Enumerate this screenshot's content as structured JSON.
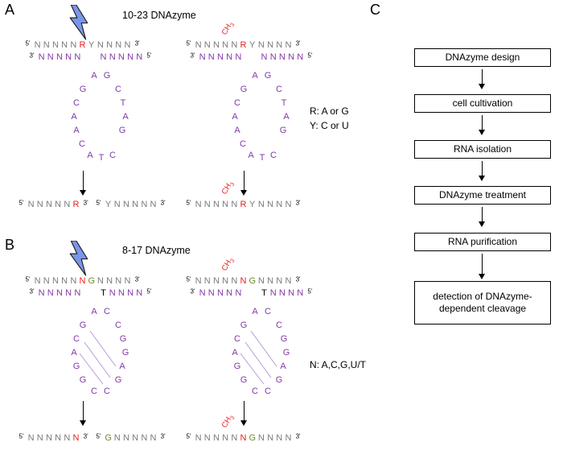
{
  "common": {
    "methyl": {
      "base": "CH",
      "sub": "3"
    }
  },
  "colors": {
    "purple": "#8238a8",
    "gray": "#7a7a7a",
    "red": "#e81e1e",
    "olive": "#6b8e23",
    "bolt_blue": "#7a96e8",
    "black": "#000000"
  },
  "panelA": {
    "label": "A",
    "title": "10-23 DNAzyme",
    "legend_lines": [
      "R: A or G",
      "Y: C or U"
    ],
    "top_strand": [
      {
        "t": "5'",
        "c": "pr"
      },
      {
        "t": "N",
        "c": "g"
      },
      {
        "t": "N",
        "c": "g"
      },
      {
        "t": "N",
        "c": "g"
      },
      {
        "t": "N",
        "c": "g"
      },
      {
        "t": "N",
        "c": "g"
      },
      {
        "t": "R",
        "c": "r"
      },
      {
        "t": "Y",
        "c": "g"
      },
      {
        "t": "N",
        "c": "g"
      },
      {
        "t": "N",
        "c": "g"
      },
      {
        "t": "N",
        "c": "g"
      },
      {
        "t": "N",
        "c": "g"
      },
      {
        "t": "3'",
        "c": "pr"
      }
    ],
    "bottom_strand": [
      {
        "t": "3'",
        "c": "pr"
      },
      {
        "t": "N",
        "c": "p"
      },
      {
        "t": "N",
        "c": "p"
      },
      {
        "t": "N",
        "c": "p"
      },
      {
        "t": "N",
        "c": "p"
      },
      {
        "t": "N",
        "c": "p"
      },
      {
        "t": "",
        "c": "gap"
      },
      {
        "t": "N",
        "c": "p"
      },
      {
        "t": "N",
        "c": "p"
      },
      {
        "t": "N",
        "c": "p"
      },
      {
        "t": "N",
        "c": "p"
      },
      {
        "t": "N",
        "c": "p"
      },
      {
        "t": "5'",
        "c": "pr"
      }
    ],
    "loop_letters": [
      "A",
      "G",
      "G",
      "C",
      "C",
      "T",
      "A",
      "A",
      "A",
      "G",
      "C",
      "A",
      "T",
      "C"
    ],
    "product_5frag": [
      {
        "t": "5'",
        "c": "pr"
      },
      {
        "t": "N",
        "c": "g"
      },
      {
        "t": "N",
        "c": "g"
      },
      {
        "t": "N",
        "c": "g"
      },
      {
        "t": "N",
        "c": "g"
      },
      {
        "t": "N",
        "c": "g"
      },
      {
        "t": "R",
        "c": "r"
      },
      {
        "t": "3'",
        "c": "pr"
      }
    ],
    "product_3frag": [
      {
        "t": "5'",
        "c": "pr"
      },
      {
        "t": "Y",
        "c": "g"
      },
      {
        "t": "N",
        "c": "g"
      },
      {
        "t": "N",
        "c": "g"
      },
      {
        "t": "N",
        "c": "g"
      },
      {
        "t": "N",
        "c": "g"
      },
      {
        "t": "N",
        "c": "g"
      },
      {
        "t": "3'",
        "c": "pr"
      }
    ],
    "product_methylated": [
      {
        "t": "5'",
        "c": "pr"
      },
      {
        "t": "N",
        "c": "g"
      },
      {
        "t": "N",
        "c": "g"
      },
      {
        "t": "N",
        "c": "g"
      },
      {
        "t": "N",
        "c": "g"
      },
      {
        "t": "N",
        "c": "g"
      },
      {
        "t": "R",
        "c": "r"
      },
      {
        "t": "Y",
        "c": "g"
      },
      {
        "t": "N",
        "c": "g"
      },
      {
        "t": "N",
        "c": "g"
      },
      {
        "t": "N",
        "c": "g"
      },
      {
        "t": "N",
        "c": "g"
      },
      {
        "t": "3'",
        "c": "pr"
      }
    ]
  },
  "panelB": {
    "label": "B",
    "title": "8-17 DNAzyme",
    "legend_lines": [
      "N: A,C,G,U/T"
    ],
    "top_strand": [
      {
        "t": "5'",
        "c": "pr"
      },
      {
        "t": "N",
        "c": "g"
      },
      {
        "t": "N",
        "c": "g"
      },
      {
        "t": "N",
        "c": "g"
      },
      {
        "t": "N",
        "c": "g"
      },
      {
        "t": "N",
        "c": "g"
      },
      {
        "t": "N",
        "c": "r"
      },
      {
        "t": "G",
        "c": "o"
      },
      {
        "t": "N",
        "c": "g"
      },
      {
        "t": "N",
        "c": "g"
      },
      {
        "t": "N",
        "c": "g"
      },
      {
        "t": "N",
        "c": "g"
      },
      {
        "t": "3'",
        "c": "pr"
      }
    ],
    "bottom_strand": [
      {
        "t": "3'",
        "c": "pr"
      },
      {
        "t": "N",
        "c": "p"
      },
      {
        "t": "N",
        "c": "p"
      },
      {
        "t": "N",
        "c": "p"
      },
      {
        "t": "N",
        "c": "p"
      },
      {
        "t": "N",
        "c": "p"
      },
      {
        "t": "",
        "c": "gap"
      },
      {
        "t": "T",
        "c": "k"
      },
      {
        "t": "N",
        "c": "p"
      },
      {
        "t": "N",
        "c": "p"
      },
      {
        "t": "N",
        "c": "p"
      },
      {
        "t": "N",
        "c": "p"
      },
      {
        "t": "5'",
        "c": "pr"
      }
    ],
    "loop_letters": [
      "A",
      "C",
      "G",
      "C",
      "C",
      "G",
      "A",
      "G",
      "G",
      "A",
      "G",
      "G",
      "C",
      "C"
    ],
    "product_5frag": [
      {
        "t": "5'",
        "c": "pr"
      },
      {
        "t": "N",
        "c": "g"
      },
      {
        "t": "N",
        "c": "g"
      },
      {
        "t": "N",
        "c": "g"
      },
      {
        "t": "N",
        "c": "g"
      },
      {
        "t": "N",
        "c": "g"
      },
      {
        "t": "N",
        "c": "r"
      },
      {
        "t": "3'",
        "c": "pr"
      }
    ],
    "product_3frag": [
      {
        "t": "5'",
        "c": "pr"
      },
      {
        "t": "G",
        "c": "o"
      },
      {
        "t": "N",
        "c": "g"
      },
      {
        "t": "N",
        "c": "g"
      },
      {
        "t": "N",
        "c": "g"
      },
      {
        "t": "N",
        "c": "g"
      },
      {
        "t": "N",
        "c": "g"
      },
      {
        "t": "3'",
        "c": "pr"
      }
    ],
    "product_methylated": [
      {
        "t": "5'",
        "c": "pr"
      },
      {
        "t": "N",
        "c": "g"
      },
      {
        "t": "N",
        "c": "g"
      },
      {
        "t": "N",
        "c": "g"
      },
      {
        "t": "N",
        "c": "g"
      },
      {
        "t": "N",
        "c": "g"
      },
      {
        "t": "N",
        "c": "r"
      },
      {
        "t": "G",
        "c": "o"
      },
      {
        "t": "N",
        "c": "g"
      },
      {
        "t": "N",
        "c": "g"
      },
      {
        "t": "N",
        "c": "g"
      },
      {
        "t": "N",
        "c": "g"
      },
      {
        "t": "3'",
        "c": "pr"
      }
    ]
  },
  "panelC": {
    "label": "C",
    "steps": [
      "DNAzyme design",
      "cell cultivation",
      "RNA isolation",
      "DNAzyme treatment",
      "RNA purification",
      "detection of DNAzyme-dependent cleavage"
    ]
  }
}
